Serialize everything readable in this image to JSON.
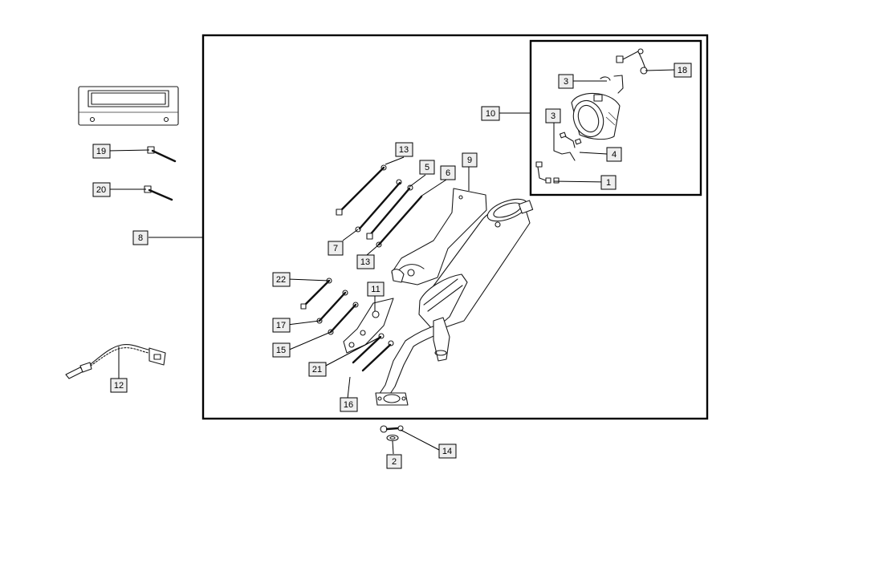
{
  "diagram": {
    "labels": [
      {
        "id": "l1",
        "text": "1"
      },
      {
        "id": "l2",
        "text": "2"
      },
      {
        "id": "l3a",
        "text": "3"
      },
      {
        "id": "l3b",
        "text": "3"
      },
      {
        "id": "l4",
        "text": "4"
      },
      {
        "id": "l5",
        "text": "5"
      },
      {
        "id": "l6",
        "text": "6"
      },
      {
        "id": "l7",
        "text": "7"
      },
      {
        "id": "l8",
        "text": "8"
      },
      {
        "id": "l9",
        "text": "9"
      },
      {
        "id": "l10",
        "text": "10"
      },
      {
        "id": "l11",
        "text": "11"
      },
      {
        "id": "l12",
        "text": "12"
      },
      {
        "id": "l13a",
        "text": "13"
      },
      {
        "id": "l13b",
        "text": "13"
      },
      {
        "id": "l14",
        "text": "14"
      },
      {
        "id": "l15",
        "text": "15"
      },
      {
        "id": "l16",
        "text": "16"
      },
      {
        "id": "l17",
        "text": "17"
      },
      {
        "id": "l18",
        "text": "18"
      },
      {
        "id": "l19",
        "text": "19"
      },
      {
        "id": "l20",
        "text": "20"
      },
      {
        "id": "l21",
        "text": "21"
      },
      {
        "id": "l22",
        "text": "22"
      }
    ]
  }
}
